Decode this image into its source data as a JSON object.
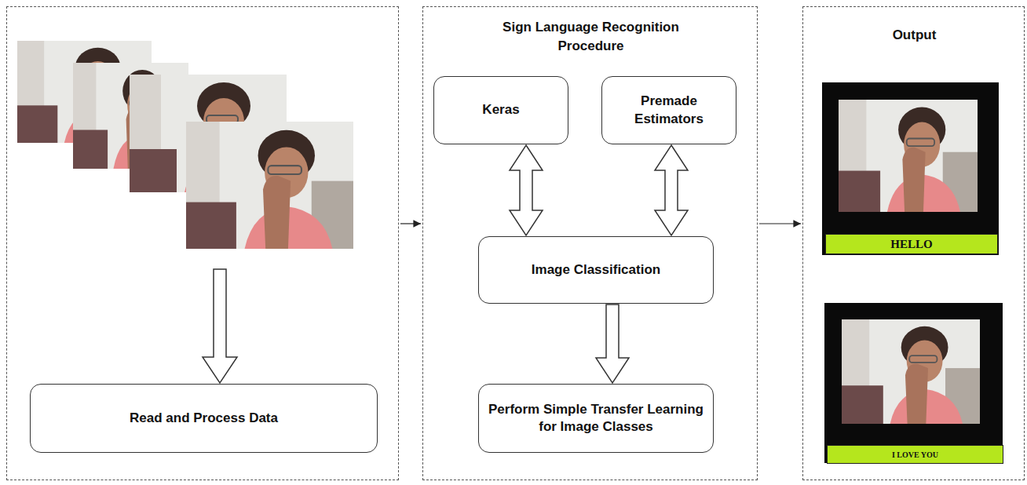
{
  "diagram": {
    "nodes": [
      {
        "text": []
      },
      {
        "text": [
          "Read and Process Data"
        ],
        "in": 0
      },
      {
        "text": [
          "Sign Language Recognition Procedure"
        ]
      },
      {
        "text": [
          "Keras"
        ],
        "in": 2
      },
      {
        "text": [
          "Premade Estimators"
        ],
        "in": 2
      },
      {
        "text": [
          "Image Classification"
        ],
        "in": 2
      },
      {
        "text": [
          "Perform Simple Transfer Learning for Image Classes"
        ],
        "in": 2
      },
      {
        "text": [
          "Output"
        ]
      },
      {
        "text": [
          "HELLO"
        ],
        "in": 7
      },
      {
        "text": [
          "I LOVE YOU"
        ],
        "in": 7
      }
    ],
    "edges": [
      {
        "from": 0,
        "to": 2,
        "arrow": "to"
      },
      {
        "from": 2,
        "to": 7,
        "arrow": "to"
      },
      {
        "from": 3,
        "to": 5,
        "arrow": "both"
      },
      {
        "from": 4,
        "to": 5,
        "arrow": "both"
      },
      {
        "from": 5,
        "to": 6,
        "arrow": "to"
      }
    ]
  }
}
